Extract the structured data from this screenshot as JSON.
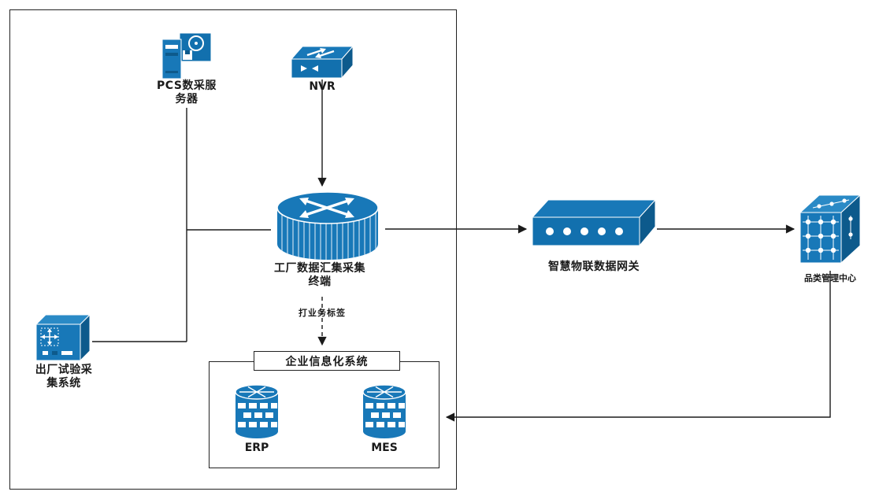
{
  "colors": {
    "device_primary": "#1878b8",
    "device_secondary": "#1270ae",
    "device_dark": "#0d5a8c",
    "device_light": "#2a8ac6",
    "connector": "#1a1a1a"
  },
  "nodes": {
    "pcs_server": {
      "label": "PCS数采服\n务器"
    },
    "nvr": {
      "label": "NVR"
    },
    "collection_terminal": {
      "label": "工厂数据汇集采集\n终端"
    },
    "factory_test_system": {
      "label": "出厂试验采\n集系统"
    },
    "enterprise_system": {
      "label": "企业信息化系统"
    },
    "erp": {
      "label": "ERP"
    },
    "mes": {
      "label": "MES"
    },
    "iot_gateway": {
      "label": "智慧物联数据网关"
    },
    "category_center": {
      "label": "品类管理中心"
    }
  },
  "edges": {
    "business_tag_label": "打业务标签"
  }
}
